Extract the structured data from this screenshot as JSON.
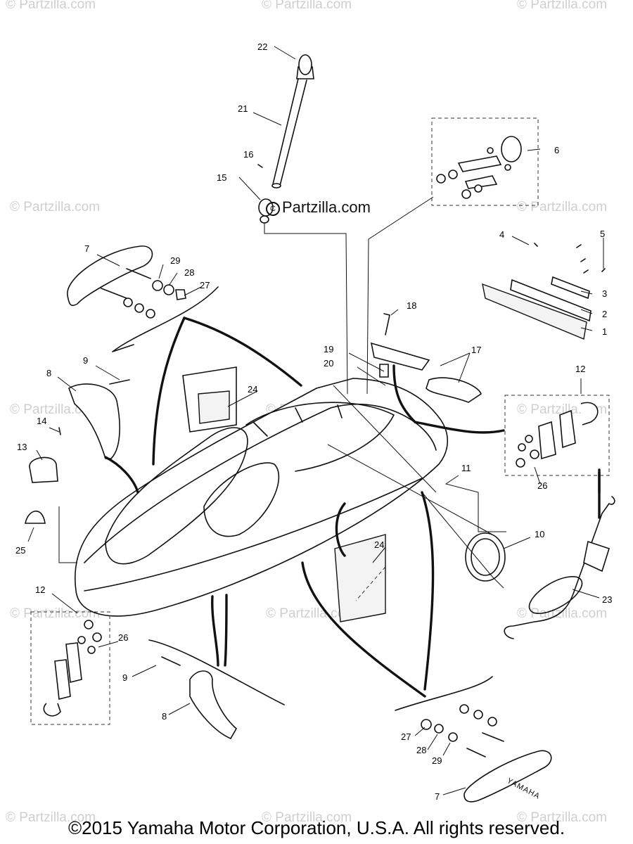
{
  "watermarks": [
    "© Partzilla.com",
    "© Partzilla.com",
    "© Partzilla.com",
    "© Partzilla.com",
    "© Partzilla.com",
    "© Partzilla.com",
    "© Partzilla.com",
    "© Partzilla.com",
    "© Partzilla.com",
    "© Partzilla.com",
    "© Partzilla.com",
    "© Partzilla.com",
    "© Partzilla.com",
    "© Partzilla.com"
  ],
  "brand": {
    "symbol": "C",
    "text": "Partzilla.com"
  },
  "callouts": {
    "c22": "22",
    "c21": "21",
    "c16": "16",
    "c15": "15",
    "c6": "6",
    "c7a": "7",
    "c29a": "29",
    "c28a": "28",
    "c27a": "27",
    "c4": "4",
    "c5": "5",
    "c3": "3",
    "c2": "2",
    "c1": "1",
    "c18": "18",
    "c19": "19",
    "c20": "20",
    "c17": "17",
    "c9a": "9",
    "c8a": "8",
    "c24a": "24",
    "c12a": "12",
    "c14": "14",
    "c13": "13",
    "c26a": "26",
    "c11": "11",
    "c25": "25",
    "c10": "10",
    "c24b": "24",
    "c23": "23",
    "c12b": "12",
    "c26b": "26",
    "c9b": "9",
    "c8b": "8",
    "c27b": "27",
    "c28b": "28",
    "c29b": "29",
    "c7b": "7"
  },
  "handle_decal": "YAMAHA",
  "copyright": "©2015  Yamaha Motor Corporation, U.S.A. All rights reserved."
}
